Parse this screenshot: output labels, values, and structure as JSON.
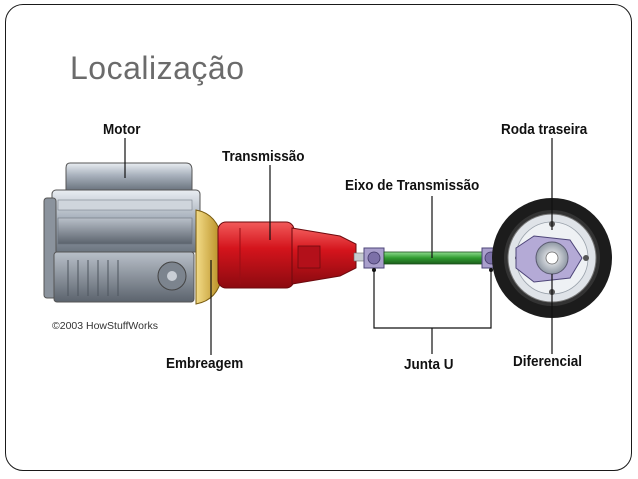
{
  "slide": {
    "title": "Localização"
  },
  "diagram": {
    "labels": {
      "motor": "Motor",
      "transmissao": "Transmissão",
      "eixo": "Eixo de Transmissão",
      "roda": "Roda traseira",
      "embreagem": "Embreagem",
      "junta": "Junta U",
      "diferencial": "Diferencial"
    },
    "credit": "©2003 HowStuffWorks",
    "colors": {
      "transmission": "#d4141c",
      "shaft": "#2f9a2f",
      "engine": "#9ea7b3",
      "clutch": "#e6c24a",
      "joint": "#8a7fb0",
      "tire": "#1c1c1c"
    }
  }
}
